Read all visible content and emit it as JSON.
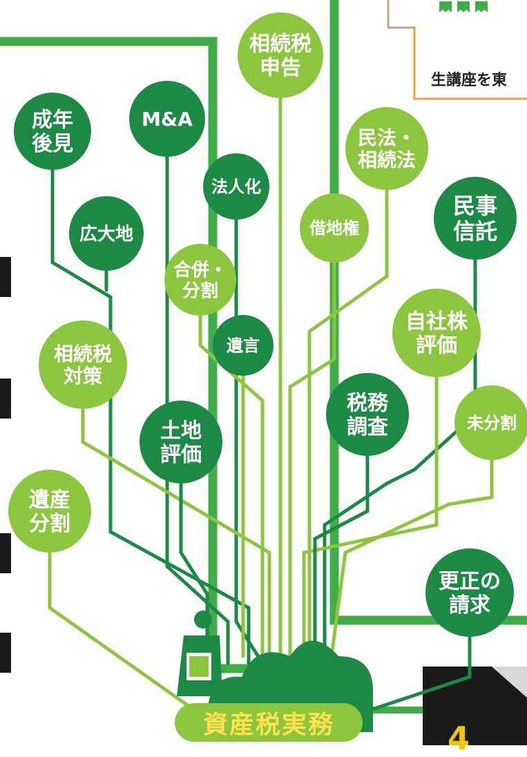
{
  "caption": "生講座を東",
  "root": {
    "label": "資産税実務"
  },
  "bottom_number": "4",
  "topics": [
    {
      "id": "souzokuzei-shinkoku",
      "lines": [
        "相続税",
        "申告"
      ]
    },
    {
      "id": "seinen-kouken",
      "lines": [
        "成年",
        "後見"
      ]
    },
    {
      "id": "m-and-a",
      "lines": [
        "M&A"
      ]
    },
    {
      "id": "minpou-souzokuhou",
      "lines": [
        "民法・",
        "相続法"
      ]
    },
    {
      "id": "houjinka",
      "lines": [
        "法人化"
      ]
    },
    {
      "id": "koudaichi",
      "lines": [
        "広大地"
      ]
    },
    {
      "id": "shakuchiken",
      "lines": [
        "借地権"
      ]
    },
    {
      "id": "minji-shintaku",
      "lines": [
        "民事",
        "信託"
      ]
    },
    {
      "id": "gappei-bunkatsu",
      "lines": [
        "合併・",
        "分割"
      ]
    },
    {
      "id": "jishakabu-hyouka",
      "lines": [
        "自社株",
        "評価"
      ]
    },
    {
      "id": "souzokuzei-taisaku",
      "lines": [
        "相続税",
        "対策"
      ]
    },
    {
      "id": "yuigon",
      "lines": [
        "遺言"
      ]
    },
    {
      "id": "zeimu-chousa",
      "lines": [
        "税務",
        "調査"
      ]
    },
    {
      "id": "tochi-hyouka",
      "lines": [
        "土地",
        "評価"
      ]
    },
    {
      "id": "mibunkatsu",
      "lines": [
        "未分割"
      ]
    },
    {
      "id": "isan-bunkatsu",
      "lines": [
        "遺産",
        "分割"
      ]
    },
    {
      "id": "kousei-no-seikyu",
      "lines": [
        "更正の",
        "請求"
      ]
    }
  ],
  "colors": {
    "dark_green": "#1c8a45",
    "light_green": "#8cc63f",
    "frame_green": "#3fae49",
    "accent_yellow": "#ffe14d",
    "dark_block": "#1a1a1a"
  }
}
